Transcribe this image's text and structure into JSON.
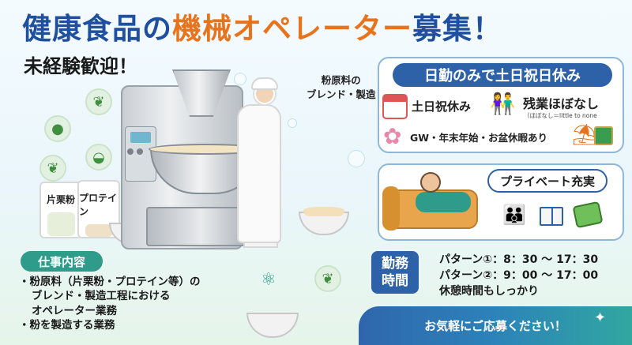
{
  "header": {
    "title_part1": "健康食品の",
    "title_part2": "機械オペレーター",
    "title_part3": "募集！",
    "subtitle": "未経験歓迎！"
  },
  "illustration": {
    "caption_line1": "粉原料の",
    "caption_line2": "ブレンド・製造",
    "bag1_label": "片栗粉",
    "bag2_label": "プロテイン"
  },
  "holidays": {
    "heading": "日勤のみで土日祝日休み",
    "item_weekend": "土日祝休み",
    "item_overtime": "残業ほぼなし",
    "item_overtime_sub": "（ほぼなし＝little to none",
    "item_long_holidays": "GW・年末年始・お盆休暇あり"
  },
  "private": {
    "label": "プライベート充実"
  },
  "work_time": {
    "badge_line1": "勤務",
    "badge_line2": "時間",
    "pattern1": "パターン①：8：30 〜 17：30",
    "pattern2": "パターン②：9：00 〜 17：00",
    "break": "休憩時間もしっかり"
  },
  "job": {
    "heading": "仕事内容",
    "item1_line1": "・粉原料（片栗粉・プロテイン等）の",
    "item1_line2": "ブレンド・製造工程における",
    "item1_line3": "オペレーター業務",
    "item2": "・粉を製造する業務"
  },
  "cta": {
    "label": "お気軽にご応募ください！"
  },
  "colors": {
    "title_blue": "#1f4f9e",
    "title_orange": "#e8731d",
    "accent_blue": "#2e62a8",
    "accent_teal": "#2f9b8a"
  }
}
